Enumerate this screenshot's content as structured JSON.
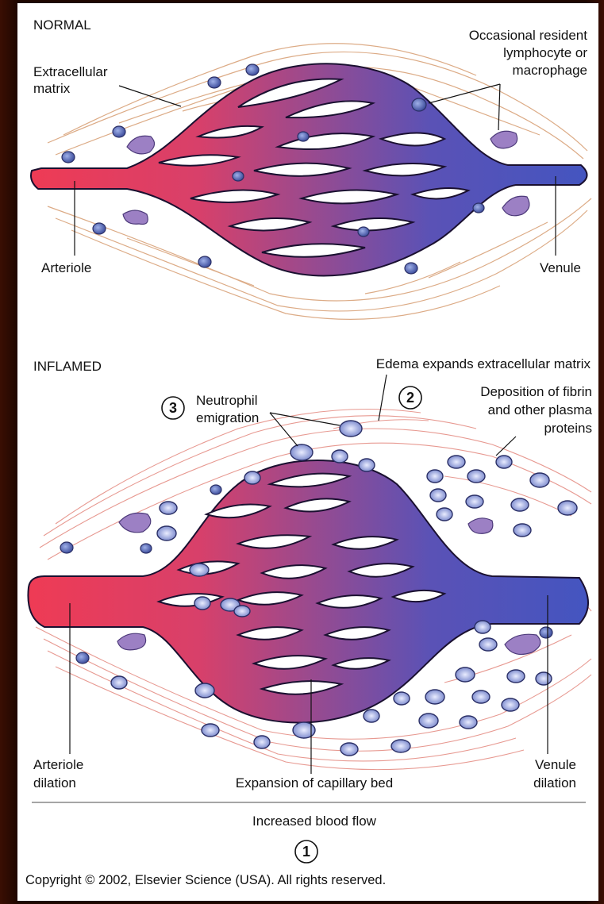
{
  "normal": {
    "heading": "NORMAL",
    "extracellular_matrix": [
      "Extracellular",
      "matrix"
    ],
    "resident_cell": [
      "Occasional resident",
      "lymphocyte or",
      "macrophage"
    ],
    "arteriole": "Arteriole",
    "venule": "Venule"
  },
  "inflamed": {
    "heading": "INFLAMED",
    "edema": "Edema expands extracellular matrix",
    "step3_number": "3",
    "neutrophil": [
      "Neutrophil",
      "emigration"
    ],
    "step2_number": "2",
    "deposition": [
      "Deposition of fibrin",
      "and other plasma",
      "proteins"
    ],
    "arteriole_dilation": [
      "Arteriole",
      "dilation"
    ],
    "capillary_expansion": "Expansion of capillary bed",
    "venule_dilation": [
      "Venule",
      "dilation"
    ],
    "blood_flow": "Increased blood flow",
    "step1_number": "1"
  },
  "copyright": "Copyright © 2002, Elsevier Science (USA). All rights reserved.",
  "colors": {
    "arterial": "#ee3b55",
    "venous": "#4455c0",
    "fiber_normal": "#d9a37a",
    "fiber_inflamed": "#e58f86",
    "cell_blue": "#5d6fbe",
    "macrophage": "#9c80c4"
  }
}
